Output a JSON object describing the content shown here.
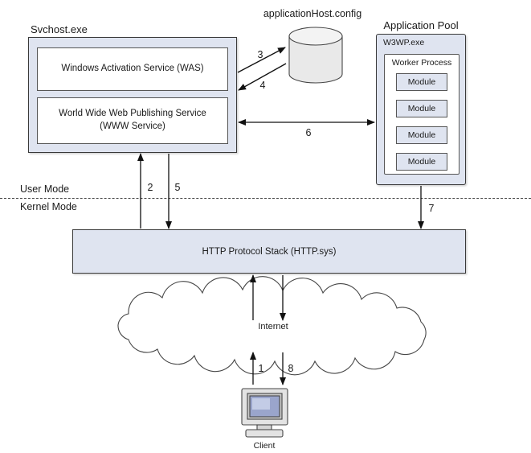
{
  "diagram": {
    "config_store": {
      "label": "applicationHost.config"
    },
    "svchost": {
      "title": "Svchost.exe",
      "was_label": "Windows Activation Service (WAS)",
      "www_label_line1": "World Wide Web Publishing Service",
      "www_label_line2": "(WWW Service)"
    },
    "app_pool": {
      "title": "Application Pool",
      "process_label": "W3WP.exe",
      "worker_process_label": "Worker Process",
      "modules": [
        "Module",
        "Module",
        "Module",
        "Module"
      ]
    },
    "http_sys": {
      "label": "HTTP Protocol Stack (HTTP.sys)"
    },
    "modes": {
      "user": "User Mode",
      "kernel": "Kernel Mode"
    },
    "internet": {
      "label": "Internet"
    },
    "client": {
      "label": "Client"
    },
    "arrow_labels": {
      "a1": "1",
      "a2": "2",
      "a3": "3",
      "a4": "4",
      "a5": "5",
      "a6": "6",
      "a7": "7",
      "a8": "8"
    },
    "colors": {
      "box_fill": "#dfe4f0",
      "inner_fill": "#ffffff",
      "border": "#3a3a3a",
      "line": "#111111"
    }
  }
}
